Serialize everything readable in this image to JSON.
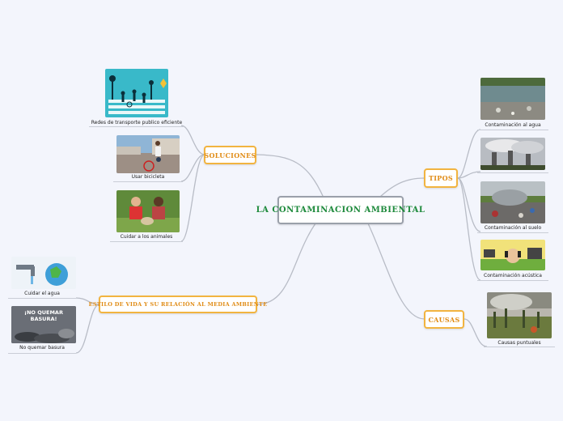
{
  "central": "LA CONTAMINACION AMBIENTAL",
  "branches": {
    "soluciones": "SOLUCIONES",
    "estilo": "ESTILO DE VIDA Y SU RELACIÓN AL MEDIA AMBIENTE",
    "tipos": "TIPOS",
    "causas": "CAUSAS"
  },
  "subtopics": {
    "redes": "Redes de transporte publico eficiente",
    "bicicleta": "Usar bicicleta",
    "animales": "Cuidar a los animales",
    "agua_cuidar": "Cuidar el agua",
    "basura": "No quemar basura",
    "agua_cont": "Contaminación al agua",
    "aire": "",
    "suelo": "Contaminación al suelo",
    "acustica": "Contaminación acústica",
    "puntuales": "Causas puntuales"
  },
  "image_text": {
    "basura_sign": "¡NO QUEMAR BASURA!"
  },
  "colors": {
    "central_text": "#1e8a3c",
    "branch_border": "#f2b440",
    "branch_text": "#e08b14",
    "link": "#b8bcc6"
  }
}
